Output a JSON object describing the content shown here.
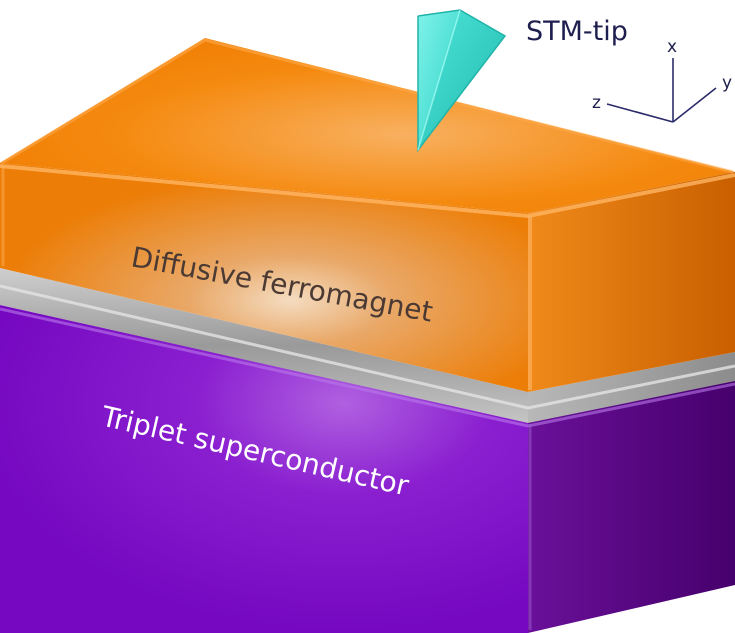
{
  "labels": {
    "stm_tip": "STM-tip",
    "ferromagnet": "Diffusive ferromagnet",
    "superconductor": "Triplet superconductor"
  },
  "axes": {
    "x": "x",
    "y": "y",
    "z": "z"
  },
  "colors": {
    "ferromagnet_top": "#f58a0f",
    "ferromagnet_front": "#f07c00",
    "ferromagnet_side": "#d96a00",
    "insulator": "#a9a9a9",
    "superconductor_front": "#7a0fc4",
    "superconductor_side": "#55007f",
    "stm_tip": "#3fe0d4",
    "axis_lines": "#2b2b6b"
  }
}
